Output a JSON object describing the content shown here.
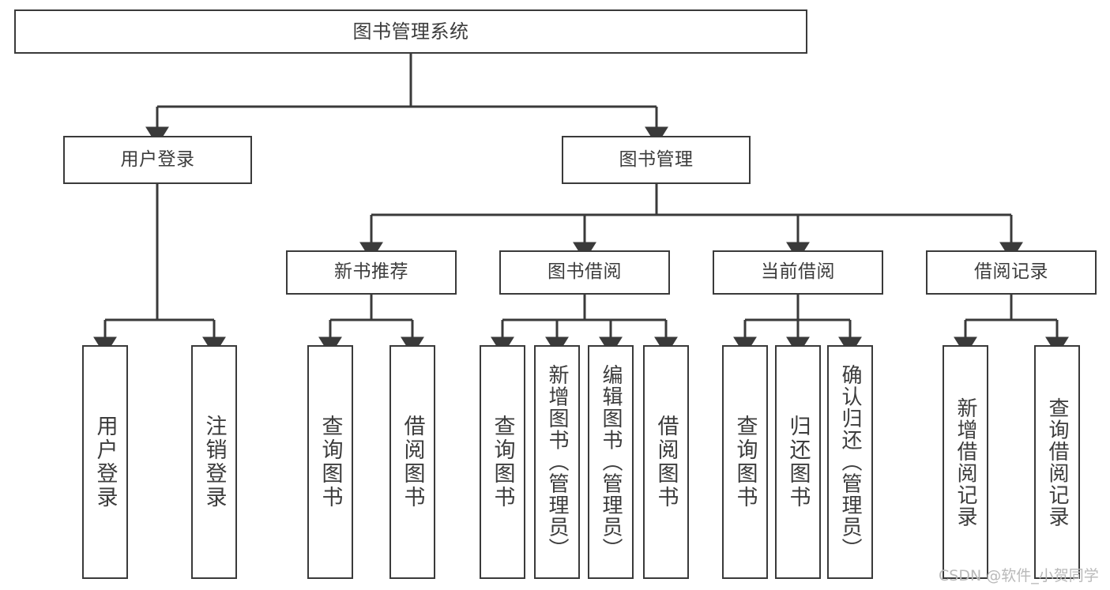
{
  "diagram": {
    "title": "图书管理系统",
    "type": "tree-hierarchy",
    "root": {
      "id": "root",
      "label": "图书管理系统"
    },
    "level2": [
      {
        "id": "user-login",
        "label": "用户登录"
      },
      {
        "id": "book-manage",
        "label": "图书管理"
      }
    ],
    "level3": [
      {
        "id": "new-book-recommend",
        "label": "新书推荐",
        "parent": "book-manage"
      },
      {
        "id": "book-borrow",
        "label": "图书借阅",
        "parent": "book-manage"
      },
      {
        "id": "current-borrow",
        "label": "当前借阅",
        "parent": "book-manage"
      },
      {
        "id": "borrow-record",
        "label": "借阅记录",
        "parent": "book-manage"
      }
    ],
    "leaves": [
      {
        "id": "leaf-user-login",
        "label": "用户登录",
        "parent": "user-login"
      },
      {
        "id": "leaf-logout-login",
        "label": "注销登录",
        "parent": "user-login"
      },
      {
        "id": "leaf-query-book-1",
        "label": "查询图书",
        "parent": "new-book-recommend"
      },
      {
        "id": "leaf-borrow-book-1",
        "label": "借阅图书",
        "parent": "new-book-recommend"
      },
      {
        "id": "leaf-query-book-2",
        "label": "查询图书",
        "parent": "book-borrow"
      },
      {
        "id": "leaf-add-book",
        "label": "新增图书（管理员）",
        "parent": "book-borrow"
      },
      {
        "id": "leaf-edit-book",
        "label": "编辑图书（管理员）",
        "parent": "book-borrow"
      },
      {
        "id": "leaf-borrow-book-2",
        "label": "借阅图书",
        "parent": "book-borrow"
      },
      {
        "id": "leaf-query-book-3",
        "label": "查询图书",
        "parent": "current-borrow"
      },
      {
        "id": "leaf-return-book",
        "label": "归还图书",
        "parent": "current-borrow"
      },
      {
        "id": "leaf-confirm-return",
        "label": "确认归还（管理员）",
        "parent": "current-borrow"
      },
      {
        "id": "leaf-add-record",
        "label": "新增借阅记录",
        "parent": "borrow-record"
      },
      {
        "id": "leaf-query-record",
        "label": "查询借阅记录",
        "parent": "borrow-record"
      }
    ],
    "watermark": "CSDN @软件_小贺同学",
    "colors": {
      "stroke": "#3a3a3a",
      "text": "#3c3c3c",
      "background": "#ffffff",
      "watermark": "#b9b9b9"
    }
  }
}
